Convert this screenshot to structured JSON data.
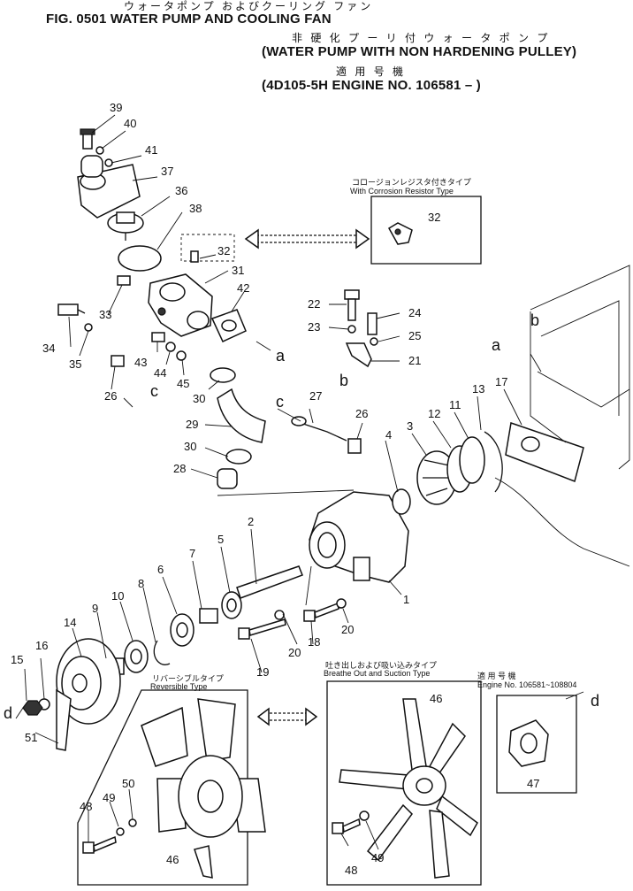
{
  "header": {
    "fig_line": "FIG. 0501  WATER PUMP AND COOLING FAN",
    "jp_line1": "ウォータポンプ およびクーリング ファン",
    "jp_line2": "非 硬 化 プ ー リ 付 ウ ォ ー タ ポ ン プ",
    "subtitle": "(WATER PUMP WITH NON HARDENING PULLEY)",
    "jp_line3": "適 用 号 機",
    "engine_line": "(4D105-5H ENGINE NO. 106581 – )"
  },
  "insets": {
    "corrosion_jp": "コロージョンレジスタ付きタイプ",
    "corrosion_en": "With Corrosion Resistor Type",
    "reversible_jp": "リバーシブルタイプ",
    "reversible_en": "Reversible Type",
    "breathe_jp": "吐き出しおよび吸い込みタイプ",
    "breathe_en": "Breathe Out and Suction Type",
    "engine_jp": "適 用 号 機",
    "engine_en": "Engine No. 106581~108804"
  },
  "callouts": [
    {
      "id": "c39",
      "text": "39"
    },
    {
      "id": "c40",
      "text": "40"
    },
    {
      "id": "c41",
      "text": "41"
    },
    {
      "id": "c37",
      "text": "37"
    },
    {
      "id": "c36",
      "text": "36"
    },
    {
      "id": "c38",
      "text": "38"
    },
    {
      "id": "c32a",
      "text": "32"
    },
    {
      "id": "c31",
      "text": "31"
    },
    {
      "id": "c42",
      "text": "42"
    },
    {
      "id": "c33",
      "text": "33"
    },
    {
      "id": "c34",
      "text": "34"
    },
    {
      "id": "c35",
      "text": "35"
    },
    {
      "id": "c43",
      "text": "43"
    },
    {
      "id": "c44",
      "text": "44"
    },
    {
      "id": "c45",
      "text": "45"
    },
    {
      "id": "c26a",
      "text": "26"
    },
    {
      "id": "c30a",
      "text": "30"
    },
    {
      "id": "c29",
      "text": "29"
    },
    {
      "id": "c30b",
      "text": "30"
    },
    {
      "id": "c28",
      "text": "28"
    },
    {
      "id": "c32b",
      "text": "32"
    },
    {
      "id": "c22",
      "text": "22"
    },
    {
      "id": "c24",
      "text": "24"
    },
    {
      "id": "c23",
      "text": "23"
    },
    {
      "id": "c25",
      "text": "25"
    },
    {
      "id": "c21",
      "text": "21"
    },
    {
      "id": "c27",
      "text": "27"
    },
    {
      "id": "c26b",
      "text": "26"
    },
    {
      "id": "c4",
      "text": "4"
    },
    {
      "id": "c3",
      "text": "3"
    },
    {
      "id": "c12",
      "text": "12"
    },
    {
      "id": "c11",
      "text": "11"
    },
    {
      "id": "c13",
      "text": "13"
    },
    {
      "id": "c17",
      "text": "17"
    },
    {
      "id": "c2",
      "text": "2"
    },
    {
      "id": "c5",
      "text": "5"
    },
    {
      "id": "c7",
      "text": "7"
    },
    {
      "id": "c6",
      "text": "6"
    },
    {
      "id": "c8",
      "text": "8"
    },
    {
      "id": "c10",
      "text": "10"
    },
    {
      "id": "c9",
      "text": "9"
    },
    {
      "id": "c14",
      "text": "14"
    },
    {
      "id": "c1",
      "text": "1"
    },
    {
      "id": "c20a",
      "text": "20"
    },
    {
      "id": "c20b",
      "text": "20"
    },
    {
      "id": "c18",
      "text": "18"
    },
    {
      "id": "c19",
      "text": "19"
    },
    {
      "id": "c15",
      "text": "15"
    },
    {
      "id": "c16",
      "text": "16"
    },
    {
      "id": "c51",
      "text": "51"
    },
    {
      "id": "c46a",
      "text": "46"
    },
    {
      "id": "c46b",
      "text": "46"
    },
    {
      "id": "c47",
      "text": "47"
    },
    {
      "id": "c48a",
      "text": "48"
    },
    {
      "id": "c49a",
      "text": "49"
    },
    {
      "id": "c50",
      "text": "50"
    },
    {
      "id": "c48b",
      "text": "48"
    },
    {
      "id": "c49b",
      "text": "49"
    }
  ],
  "letters": [
    {
      "id": "la1",
      "text": "a"
    },
    {
      "id": "la2",
      "text": "a"
    },
    {
      "id": "lb1",
      "text": "b"
    },
    {
      "id": "lb2",
      "text": "b"
    },
    {
      "id": "lc1",
      "text": "c"
    },
    {
      "id": "lc2",
      "text": "c"
    },
    {
      "id": "ld1",
      "text": "d"
    },
    {
      "id": "ld2",
      "text": "d"
    }
  ]
}
